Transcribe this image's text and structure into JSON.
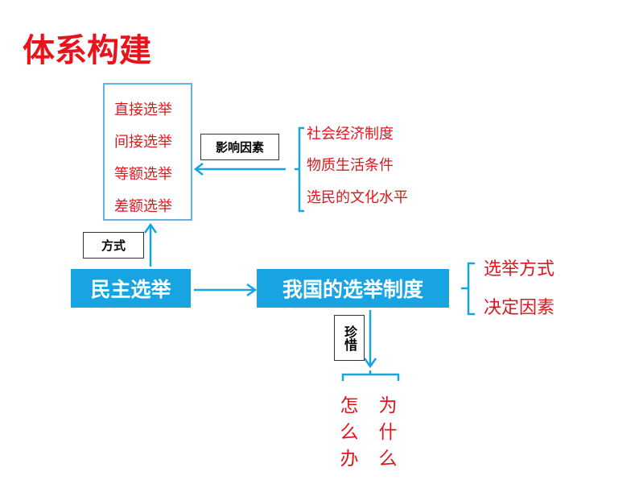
{
  "title": "体系构建",
  "methods": [
    "直接选举",
    "间接选举",
    "等额选举",
    "差额选举"
  ],
  "influence_label": "影响因素",
  "factors": [
    "社会经济制度",
    "物质生活条件",
    "选民的文化水平"
  ],
  "method_label": "方式",
  "democratic_election": "民主选举",
  "election_system": "我国的选举制度",
  "system_parts": [
    "选举方式",
    "决定因素"
  ],
  "cherish_label": "珍惜",
  "how": "怎么办",
  "why": "为什么",
  "colors": {
    "blue": "#18a4e2",
    "red": "#e0161e"
  }
}
